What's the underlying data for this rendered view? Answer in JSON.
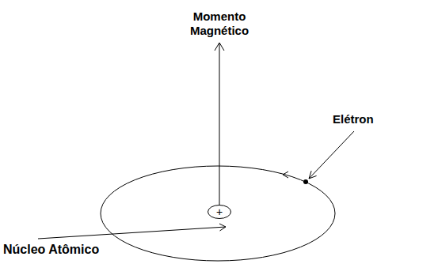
{
  "diagram": {
    "nodes": [
      {
        "text": [
          "+"
        ]
      }
    ],
    "labels": [
      "Momento Magnético",
      "Elétron",
      "Núcleo Atômico"
    ]
  }
}
